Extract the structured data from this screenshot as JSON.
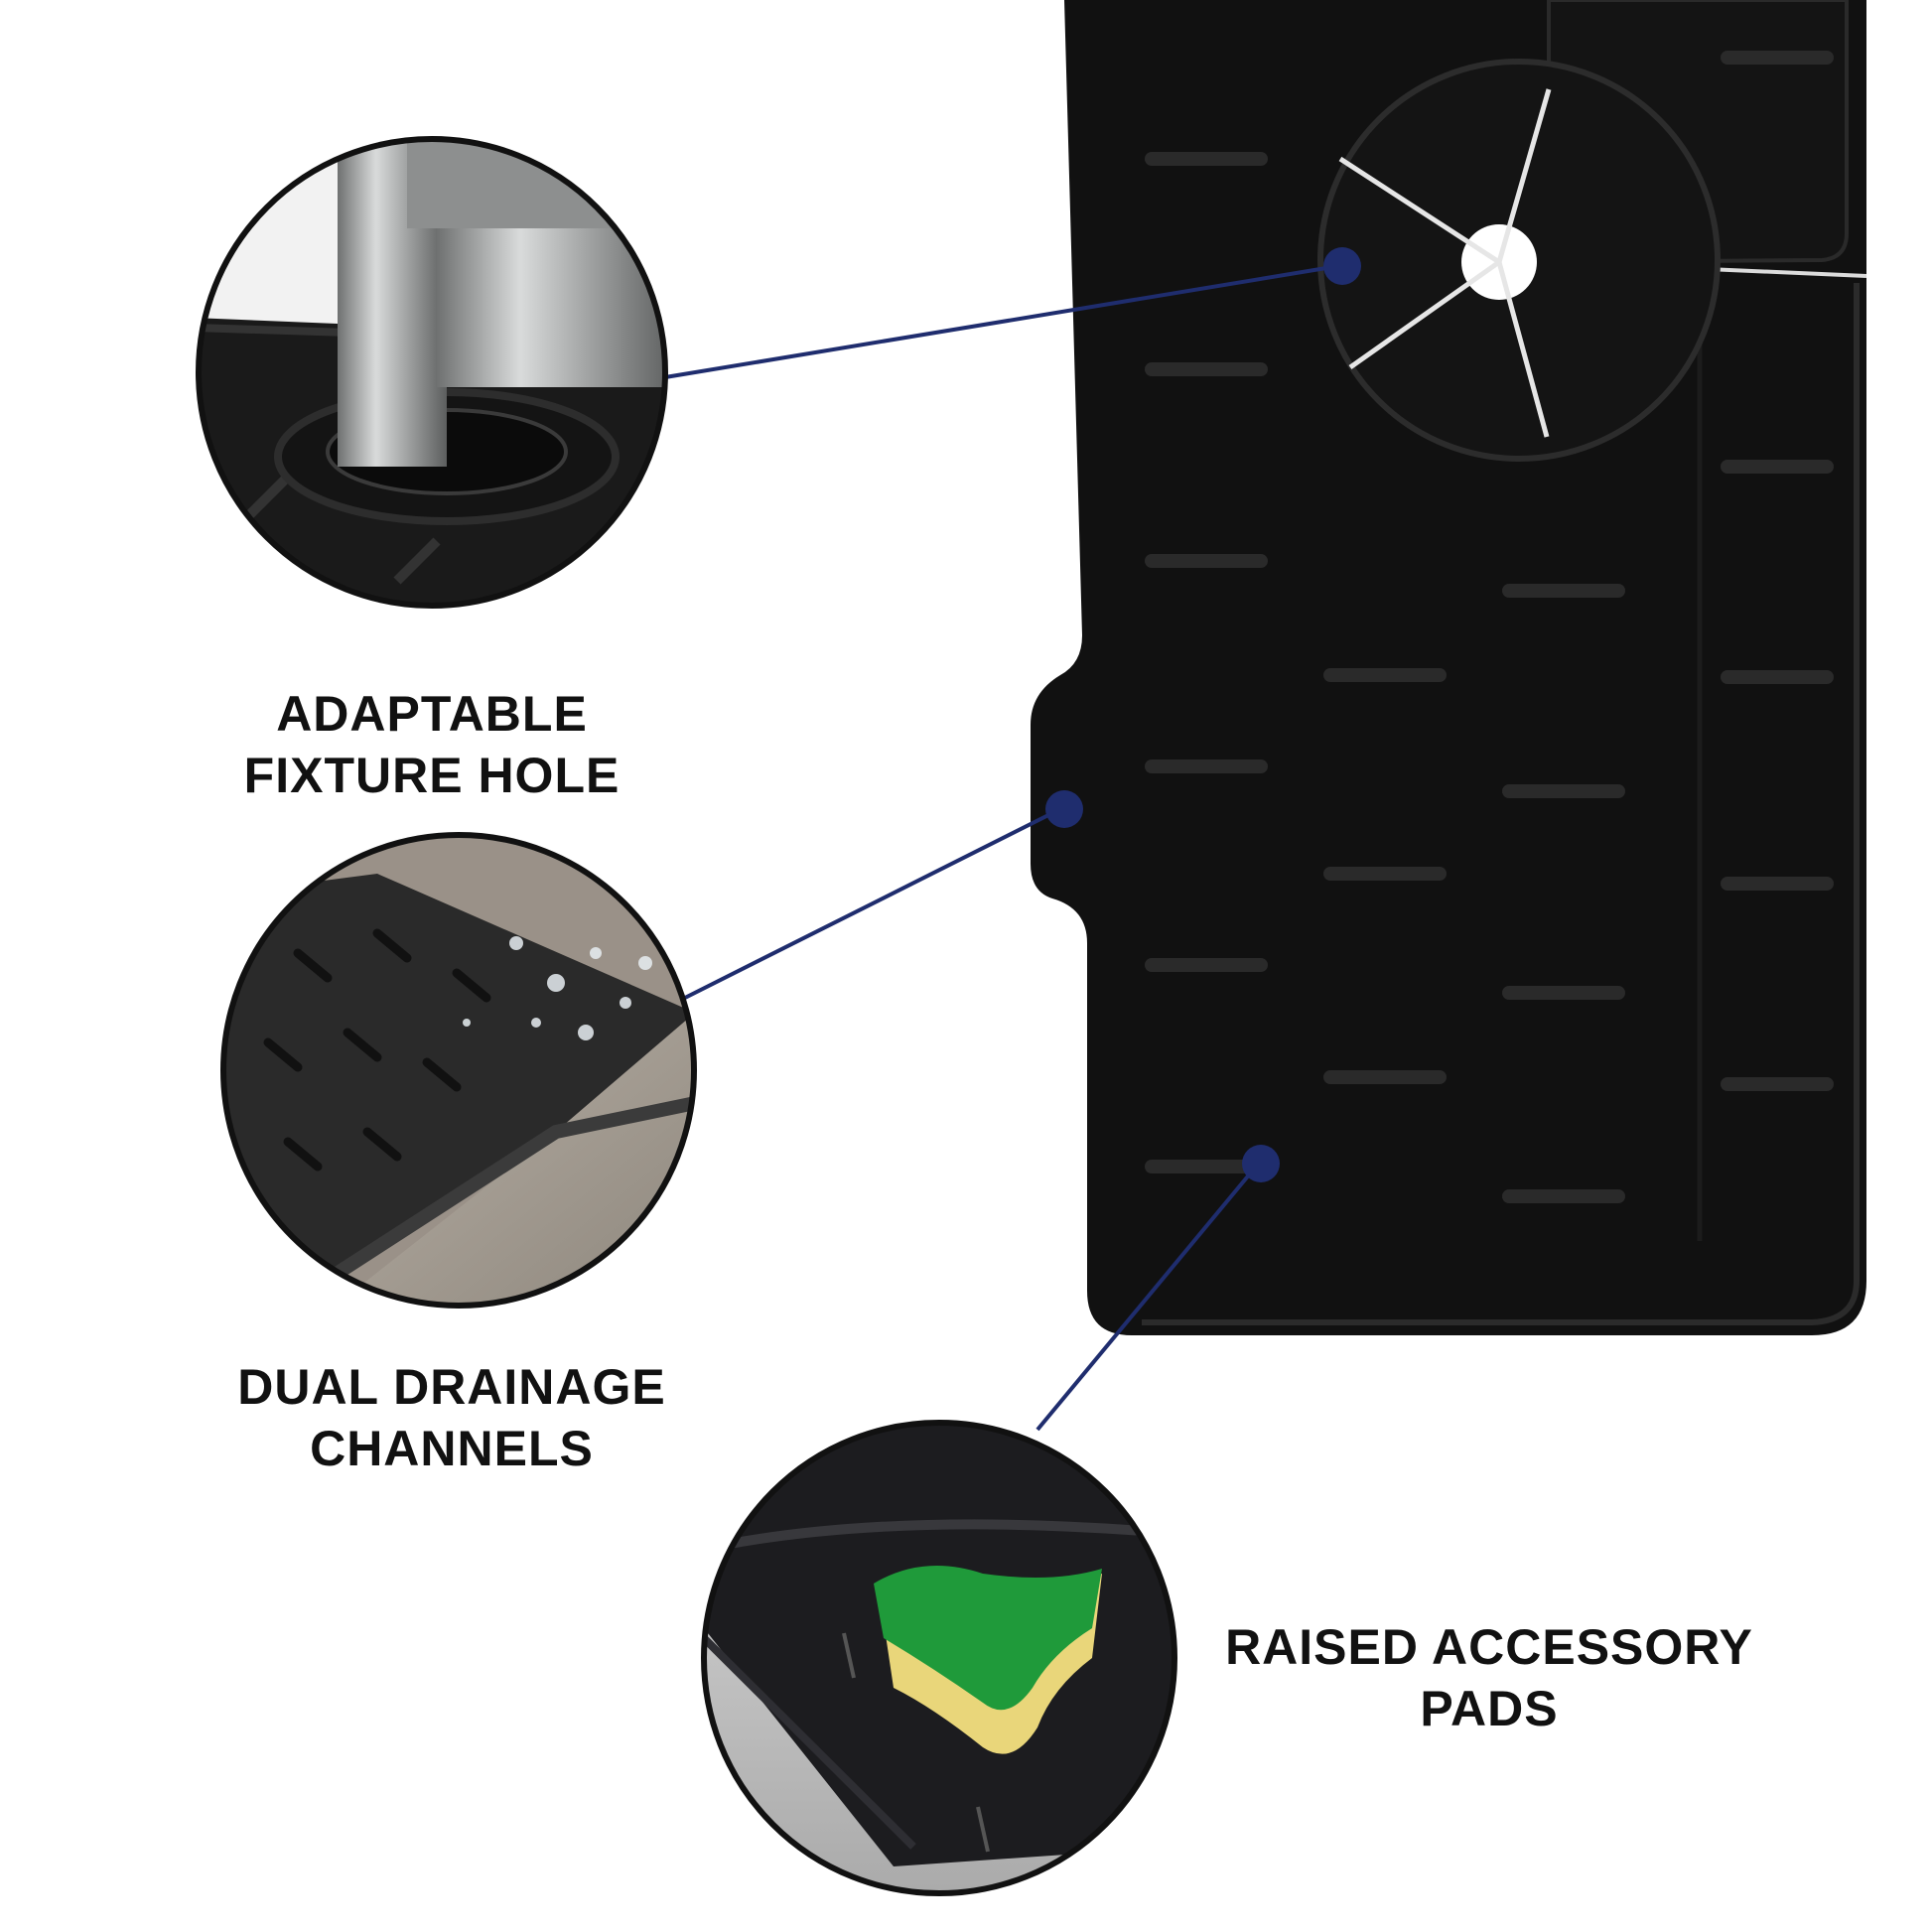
{
  "features": [
    {
      "id": "fixture",
      "lines": [
        "ADAPTABLE",
        "FIXTURE HOLE"
      ]
    },
    {
      "id": "drainage",
      "lines": [
        "DUAL DRAINAGE",
        "CHANNELS"
      ]
    },
    {
      "id": "pads",
      "lines": [
        "RAISED ACCESSORY",
        "PADS"
      ]
    }
  ],
  "colors": {
    "mat": "#111111",
    "groove": "#242424",
    "callout": "#1f2d6e",
    "text": "#111111",
    "sponge_green": "#1f9a3a",
    "sponge_yellow": "#e9d67a",
    "steel": "#a9abab"
  }
}
